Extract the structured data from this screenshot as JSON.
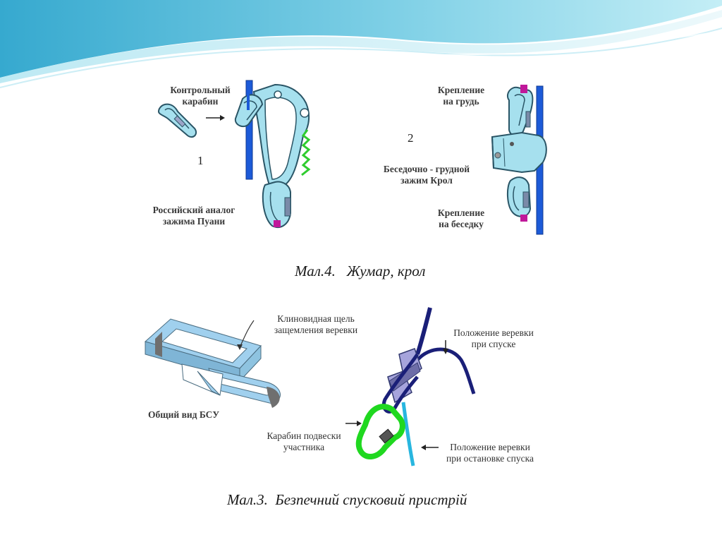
{
  "figure_top": {
    "number_1": "1",
    "number_2": "2",
    "label_control_carabiner_line1": "Контрольный",
    "label_control_carabiner_line2": "карабин",
    "label_russian_analog_line1": "Российский аналог",
    "label_russian_analog_line2": "зажима Пуани",
    "label_chest_line1": "Крепление",
    "label_chest_line2": "на грудь",
    "label_krol_line1": "Беседочно - грудной",
    "label_krol_line2": "зажим Крол",
    "label_harness_line1": "Крепление",
    "label_harness_line2": "на беседку"
  },
  "caption_top": "Мал.4.   Жумар, крол",
  "figure_bottom": {
    "label_wedge_line1": "Клиновидная щель",
    "label_wedge_line2": "защемления веревки",
    "label_general_view": "Общий вид БСУ",
    "label_descent_line1": "Положение веревки",
    "label_descent_line2": "при спуске",
    "label_carabiner_line1": "Карабин подвески",
    "label_carabiner_line2": "участника",
    "label_stop_line1": "Положение веревки",
    "label_stop_line2": "при остановке спуска"
  },
  "caption_bottom": "Мал.3.  Безпечний спусковий пристрій",
  "colors": {
    "wave_dark": "#4fb7d6",
    "wave_light": "#a8e2ef",
    "device_fill": "#a6e0ee",
    "device_stroke": "#2a5566",
    "rope_blue": "#1c5ad8",
    "rope_navy": "#1a1f78",
    "rope_cyan": "#28b6df",
    "spring_green": "#2fcc2f",
    "carabiner_green": "#20d820",
    "latch_magenta": "#c0189a",
    "bsu_fill": "#a0d0ee",
    "bsu_grey": "#6f6f6f"
  }
}
